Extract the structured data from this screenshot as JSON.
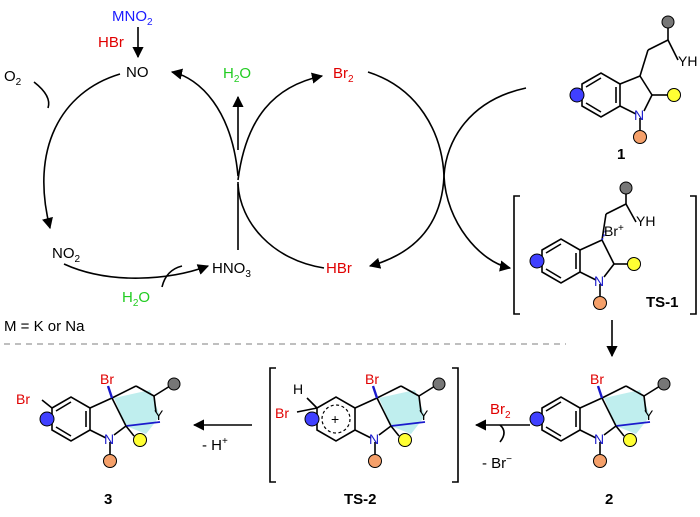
{
  "colors": {
    "blue": "#1a1aff",
    "red": "#e00000",
    "green": "#22cc22",
    "black": "#000000",
    "yellow": "#ffff33",
    "orange": "#f5a06a",
    "teal": "#bfeeee",
    "navy": "#1a1acc",
    "dash": "#aaaaaa"
  },
  "species": {
    "mno2": {
      "base": "MNO",
      "sub": "2"
    },
    "hbr_top": "HBr",
    "no": "NO",
    "o2": {
      "base": "O",
      "sub": "2"
    },
    "no2": {
      "base": "NO",
      "sub": "2"
    },
    "h2o_bottom": {
      "base": "H",
      "sub": "2",
      "tail": "O"
    },
    "hno3": {
      "base": "HNO",
      "sub": "3"
    },
    "h2o_top": {
      "base": "H",
      "sub": "2",
      "tail": "O"
    },
    "br2_top": {
      "base": "Br",
      "sub": "2"
    },
    "hbr_right": "HBr",
    "legend": "M = K or Na"
  },
  "compounds": {
    "c1": {
      "label": "1",
      "yh": "YH"
    },
    "ts1": {
      "label": "TS-1",
      "yh": "YH",
      "br": "Br",
      "br_charge": "+",
      "n": "N"
    },
    "c2": {
      "label": "2",
      "br": "Br",
      "y": "Y",
      "n": "N"
    },
    "ts2": {
      "label": "TS-2",
      "br": "Br",
      "br2": "Br",
      "h": "H",
      "plus": "+",
      "y": "Y",
      "n": "N"
    },
    "c3": {
      "label": "3",
      "br": "Br",
      "br2": "Br",
      "y": "Y",
      "n": "N"
    }
  },
  "arrows": {
    "to_ts2": {
      "reagent": "Br",
      "reagent_sub": "2",
      "byproduct": "- Br",
      "byproduct_sup": "−"
    },
    "to_3": {
      "byproduct": "- H",
      "byproduct_sup": "+"
    }
  }
}
